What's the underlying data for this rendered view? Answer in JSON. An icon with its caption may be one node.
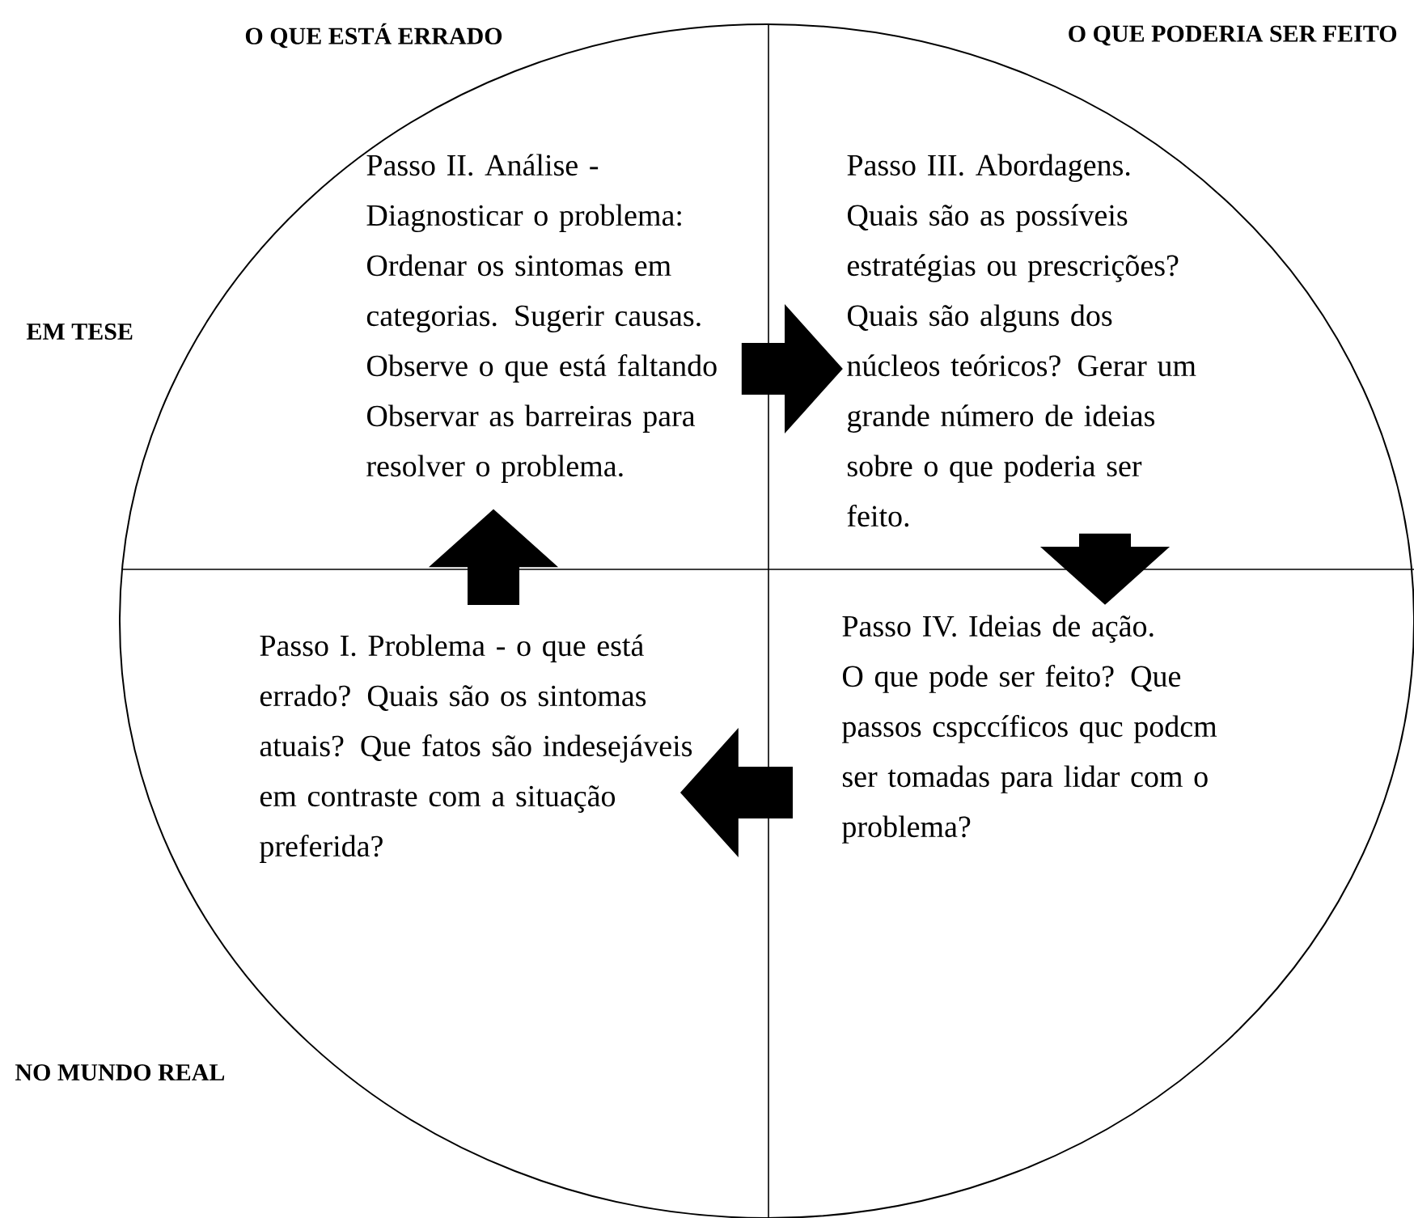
{
  "diagram": {
    "nodes": [
      {
        "text": [
          "Passo I. Problema - o que está errado? Quais são os sintomas atuais? Que fatos são indesejáveis em contraste com a situação preferida?"
        ]
      },
      {
        "text": [
          "Passo II. Análise - Diagnosticar o problema: Ordenar os sintomas em categorias. Sugerir causas. Observe o que está faltando Observar as barreiras para resolver o problema."
        ]
      },
      {
        "text": [
          "Passo III. Abordagens. Quais são as possíveis estratégias ou prescrições? Quais são alguns dos núcleos teóricos? Gerar um grande número de ideias sobre o que poderia ser feito."
        ]
      },
      {
        "text": [
          "Passo IV. Ideias de ação. O que pode ser feito? Que passos cspccíficos quc podcm ser tomadas para lidar com o problema?"
        ]
      }
    ],
    "edges": [
      {
        "from": 0,
        "to": 1,
        "arrow": "to"
      },
      {
        "from": 1,
        "to": 2,
        "arrow": "to"
      },
      {
        "from": 2,
        "to": 3,
        "arrow": "to"
      },
      {
        "from": 3,
        "to": 0,
        "arrow": "to"
      }
    ],
    "labels": [
      "O QUE ESTÁ ERRADO",
      "O QUE PODERIA SER FEITO",
      "EM TESE",
      "NO MUNDO REAL"
    ]
  }
}
